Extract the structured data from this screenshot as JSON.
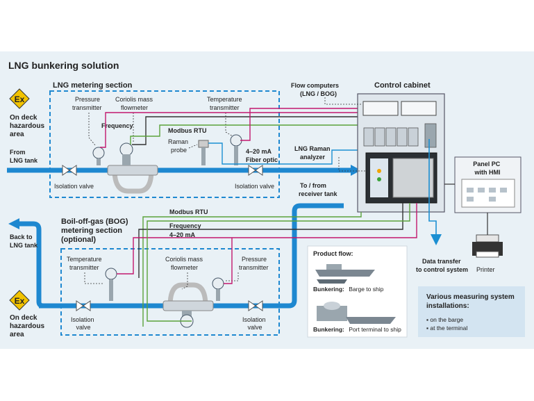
{
  "title": "LNG bunkering solution",
  "colors": {
    "background": "#e9f1f6",
    "pipe_blue": "#1e88d0",
    "section_title": "#1b6fb3",
    "modbus_green": "#5aa23a",
    "current_magenta": "#c2186e",
    "fiber_blue": "#1b8fd2",
    "ex_yellow": "#f2c300"
  },
  "lng_section": {
    "title": "LNG metering section",
    "hazard_label": "On deck hazardous area",
    "hazard_lines": [
      "On deck",
      "hazardous",
      "area"
    ],
    "ex_symbol": "Ex",
    "from_tank": [
      "From",
      "LNG tank"
    ],
    "pressure_transmitter": [
      "Pressure",
      "transmitter"
    ],
    "coriolis": [
      "Coriolis mass",
      "flowmeter"
    ],
    "temperature_transmitter": [
      "Temperature",
      "transmitter"
    ],
    "raman_probe": [
      "Raman",
      "probe"
    ],
    "isolation_valve_left": "Isolation valve",
    "isolation_valve_right": "Isolation valve",
    "frequency": "Frequency",
    "modbus": "Modbus RTU",
    "current": "4–20 mA",
    "fiber": "Fiber optic"
  },
  "control": {
    "cabinet_title": "Control cabinet",
    "flow_computers": [
      "Flow computers",
      "(LNG / BOG)"
    ],
    "raman_analyzer": [
      "LNG Raman",
      "analyzer"
    ],
    "panel_pc": [
      "Panel PC",
      "with HMI"
    ],
    "printer": "Printer",
    "data_transfer": [
      "Data transfer",
      "to control system"
    ],
    "receiver_tank": [
      "To / from",
      "receiver tank"
    ]
  },
  "bog_section": {
    "title": [
      "Boil-off-gas (BOG)",
      "metering section",
      "(optional)"
    ],
    "back_to_tank": [
      "Back to",
      "LNG tank"
    ],
    "hazard_lines": [
      "On deck",
      "hazardous",
      "area"
    ],
    "ex_symbol": "Ex",
    "temperature_transmitter": [
      "Temperature",
      "transmitter"
    ],
    "coriolis": [
      "Coriolis mass",
      "flowmeter"
    ],
    "pressure_transmitter": [
      "Pressure",
      "transmitter"
    ],
    "isolation_valve_left": [
      "Isolation",
      "valve"
    ],
    "isolation_valve_right": [
      "Isolation",
      "valve"
    ],
    "modbus": "Modbus RTU",
    "frequency": "Frequency",
    "current": "4–20 mA"
  },
  "product_flow": {
    "title": "Product flow:",
    "row1_bold": "Bunkering:",
    "row1_text": "Barge to ship",
    "row2_bold": "Bunkering:",
    "row2_text": "Port terminal to ship"
  },
  "installations": {
    "title": [
      "Various measuring system",
      "installations:"
    ],
    "items": [
      "on the barge",
      "at the terminal"
    ]
  }
}
